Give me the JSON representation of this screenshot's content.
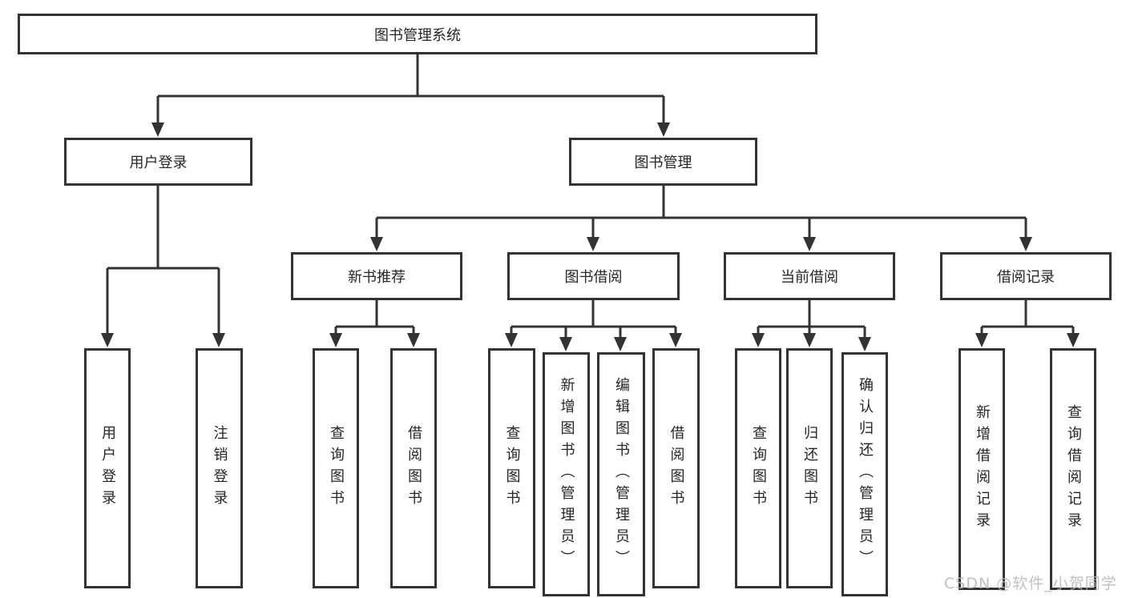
{
  "diagram": {
    "root": {
      "label": "图书管理系统"
    },
    "user_login": {
      "label": "用户登录",
      "children": [
        {
          "label": "用户登录"
        },
        {
          "label": "注销登录"
        }
      ]
    },
    "book_mgmt": {
      "label": "图书管理",
      "groups": [
        {
          "label": "新书推荐",
          "children": [
            {
              "label": "查询图书"
            },
            {
              "label": "借阅图书"
            }
          ]
        },
        {
          "label": "图书借阅",
          "children": [
            {
              "label": "查询图书"
            },
            {
              "label": "新增图书（管理员）"
            },
            {
              "label": "编辑图书（管理员）"
            },
            {
              "label": "借阅图书"
            }
          ]
        },
        {
          "label": "当前借阅",
          "children": [
            {
              "label": "查询图书"
            },
            {
              "label": "归还图书"
            },
            {
              "label": "确认归还（管理员）"
            }
          ]
        },
        {
          "label": "借阅记录",
          "children": [
            {
              "label": "新增借阅记录"
            },
            {
              "label": "查询借阅记录"
            }
          ]
        }
      ]
    },
    "colors": {
      "line": "#333333",
      "text": "#262626",
      "watermark": "#b6b6b6"
    }
  },
  "watermark": {
    "text": "CSDN @软件_小贺同学"
  }
}
